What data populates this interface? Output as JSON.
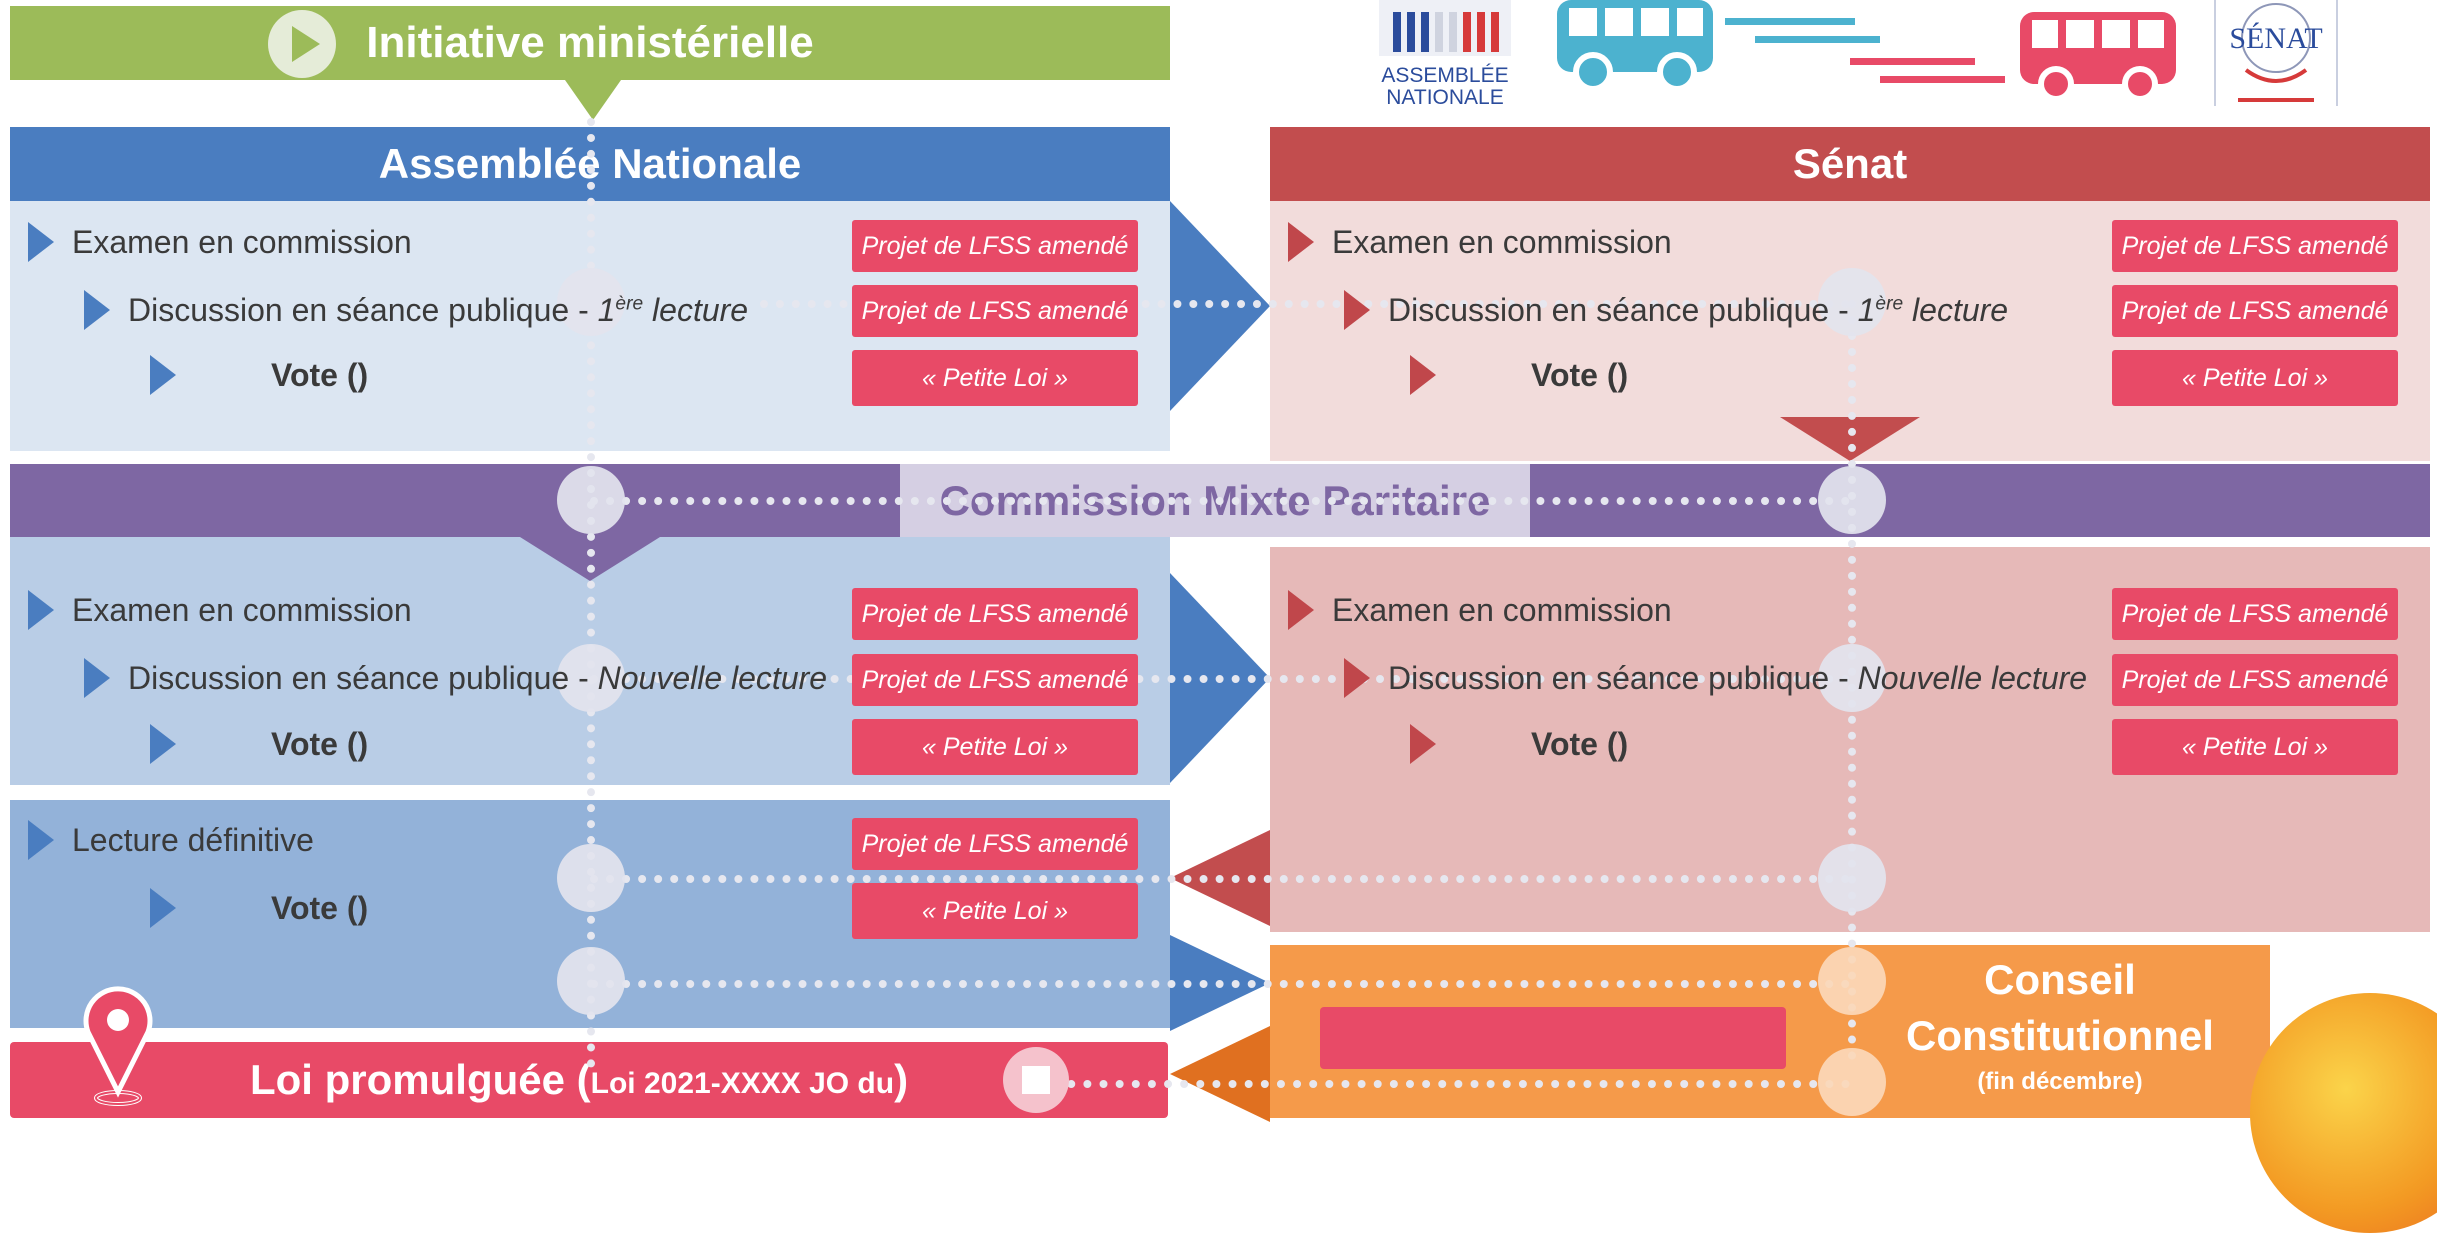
{
  "top": {
    "initiative_label": "Initiative ministérielle"
  },
  "logos": {
    "an_logo_line1": "ASSEMBLÉE",
    "an_logo_line2": "NATIONALE",
    "senat_logo_text": "SÉNAT"
  },
  "headers": {
    "assemblee": "Assemblée Nationale",
    "senat": "Sénat",
    "cmp": "Commission Mixte Paritaire"
  },
  "an_first": {
    "examen": "Examen en commission",
    "discussion_prefix": "Discussion en séance publique - ",
    "discussion_number": "1",
    "discussion_sup": "ère",
    "discussion_suffix": " lecture",
    "vote": "Vote ()",
    "tags": [
      "Projet de LFSS amendé",
      "Projet de LFSS amendé",
      "« Petite Loi »"
    ]
  },
  "senat_first": {
    "examen": "Examen en commission",
    "discussion_prefix": "Discussion en séance publique - ",
    "discussion_number": "1",
    "discussion_sup": "ère",
    "discussion_suffix": " lecture",
    "vote": "Vote ()",
    "tags": [
      "Projet de LFSS amendé",
      "Projet de LFSS amendé",
      "« Petite Loi »"
    ]
  },
  "an_second": {
    "examen": "Examen en commission",
    "discussion_prefix": "Discussion en séance publique - ",
    "discussion_italic": "Nouvelle lecture",
    "vote": "Vote ()",
    "tags": [
      "Projet de LFSS amendé",
      "Projet de LFSS amendé",
      "« Petite Loi »"
    ]
  },
  "senat_second": {
    "examen": "Examen en commission",
    "discussion_prefix": "Discussion en séance publique - ",
    "discussion_italic": "Nouvelle lecture",
    "vote": "Vote ()",
    "tags": [
      "Projet de LFSS amendé",
      "Projet de LFSS amendé",
      "« Petite Loi »"
    ]
  },
  "an_final": {
    "lecture": "Lecture définitive",
    "vote": "Vote ()",
    "tags": [
      "Projet de LFSS amendé",
      "« Petite Loi »"
    ]
  },
  "conseil": {
    "line1": "Conseil",
    "line2": "Constitutionnel",
    "note": "(fin décembre)"
  },
  "loi": {
    "main": "Loi promulguée (",
    "small": "Loi 2021-XXXX JO du ",
    "close": ")"
  },
  "colors": {
    "an_blue": "#4a7dc0",
    "senat_red": "#c24d4e",
    "cmp_purple": "#7e67a3",
    "initiative_green": "#9cbb59",
    "tag_pink": "#e84a67",
    "conseil_orange": "#f59a4a"
  }
}
